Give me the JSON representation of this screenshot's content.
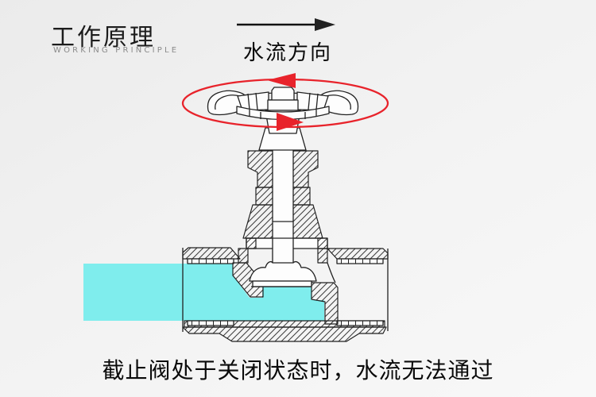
{
  "header": {
    "title_zh": "工作原理",
    "title_en": "WORKING PRINCIPLE"
  },
  "flow_direction": {
    "label": "水流方向",
    "icon": "right-arrow-icon"
  },
  "caption": {
    "text": "截止阀处于关闭状态时，水流无法通过"
  },
  "colors": {
    "water": "#7feded",
    "accent": "#e8232b",
    "line": "#222222",
    "bg_top": "#ebebeb",
    "bg_bottom": "#f8f8f8"
  }
}
